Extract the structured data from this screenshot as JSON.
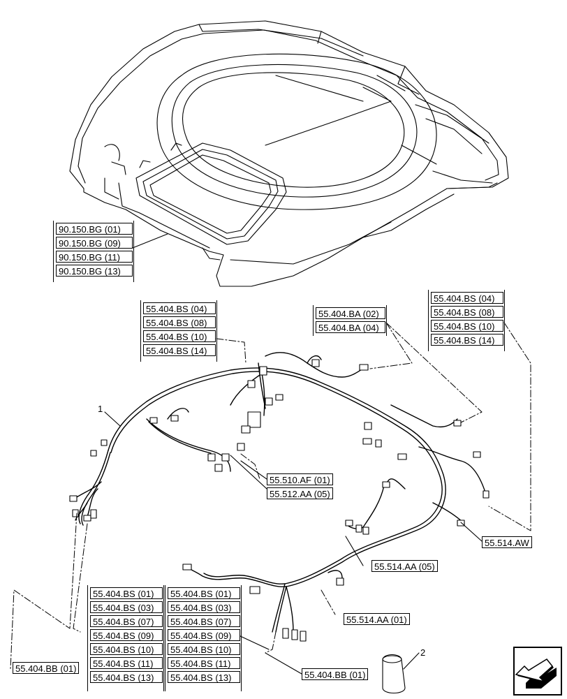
{
  "roof_refs": [
    "90.150.BG (01)",
    "90.150.BG (09)",
    "90.150.BG (11)",
    "90.150.BG (13)"
  ],
  "left_top_refs": [
    "55.404.BS (04)",
    "55.404.BS (08)",
    "55.404.BS (10)",
    "55.404.BS (14)"
  ],
  "middle_top_refs": [
    "55.404.BA (02)",
    "55.404.BA (04)"
  ],
  "right_top_refs": [
    "55.404.BS (04)",
    "55.404.BS (08)",
    "55.404.BS (10)",
    "55.404.BS (14)"
  ],
  "single_refs": {
    "af01": "55.510.AF (01)",
    "aa05_512": "55.512.AA (05)",
    "aw": "55.514.AW",
    "aa05_514": "55.514.AA (05)",
    "aa01_514": "55.514.AA (01)",
    "bb01_left": "55.404.BB (01)",
    "bb01_right": "55.404.BB (01)"
  },
  "bottom_left_refs": [
    "55.404.BS (01)",
    "55.404.BS (03)",
    "55.404.BS (07)",
    "55.404.BS (09)",
    "55.404.BS (10)",
    "55.404.BS (11)",
    "55.404.BS (13)"
  ],
  "bottom_right_refs": [
    "55.404.BS (01)",
    "55.404.BS (03)",
    "55.404.BS (07)",
    "55.404.BS (09)",
    "55.404.BS (10)",
    "55.404.BS (11)",
    "55.404.BS (13)"
  ],
  "callouts": {
    "harness": "1",
    "grommet": "2"
  },
  "icons": {
    "nav": "arrow-navigation-icon"
  }
}
